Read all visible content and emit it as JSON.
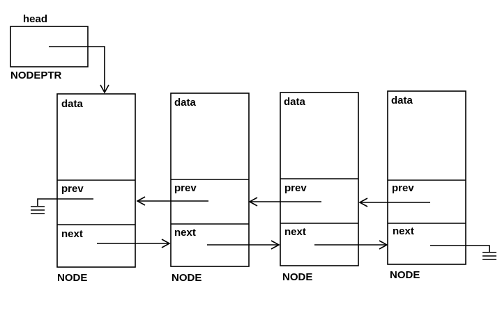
{
  "head": {
    "label": "head",
    "type_label": "NODEPTR"
  },
  "field_labels": {
    "data": "data",
    "prev": "prev",
    "next": "next"
  },
  "node_type_label": "NODE",
  "nodes": [
    {
      "data": "data",
      "prev": "prev",
      "next": "next",
      "type": "NODE"
    },
    {
      "data": "data",
      "prev": "prev",
      "next": "next",
      "type": "NODE"
    },
    {
      "data": "data",
      "prev": "prev",
      "next": "next",
      "type": "NODE"
    },
    {
      "data": "data",
      "prev": "prev",
      "next": "next",
      "type": "NODE"
    }
  ],
  "colors": {
    "line": "#000000",
    "background": "#ffffff"
  },
  "icons": {
    "null_terminator": "ground-icon"
  }
}
